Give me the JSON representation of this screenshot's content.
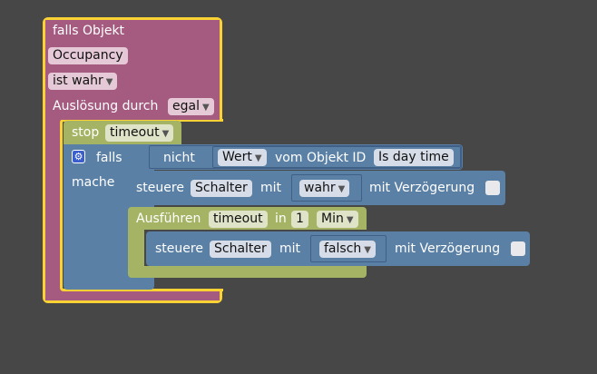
{
  "trigger": {
    "title": "falls Objekt",
    "object_value": "Occupancy",
    "condition_value": "ist wahr",
    "trigger_label": "Auslösung durch",
    "trigger_value": "egal"
  },
  "stop": {
    "label": "stop",
    "timer_value": "timeout"
  },
  "ifblock": {
    "label_if": "falls",
    "label_do": "mache",
    "not_label": "nicht",
    "value_field": "Wert",
    "of_object_label": "vom Objekt ID",
    "object_id": "Is day time"
  },
  "control1": {
    "label": "steuere",
    "target": "Schalter",
    "with_label": "mit",
    "value": "wahr",
    "delay_label": "mit Verzögerung"
  },
  "delayed": {
    "label": "Ausführen",
    "timer_value": "timeout",
    "in_label": "in",
    "amount": "1",
    "unit": "Min"
  },
  "control2": {
    "label": "steuere",
    "target": "Schalter",
    "with_label": "mit",
    "value": "falsch",
    "delay_label": "mit Verzögerung"
  },
  "colors": {
    "background": "#474747",
    "trigger_block": "#a55b80",
    "highlight": "#fbd234",
    "timer_block": "#a5b464",
    "logic_block": "#5b80a5"
  }
}
